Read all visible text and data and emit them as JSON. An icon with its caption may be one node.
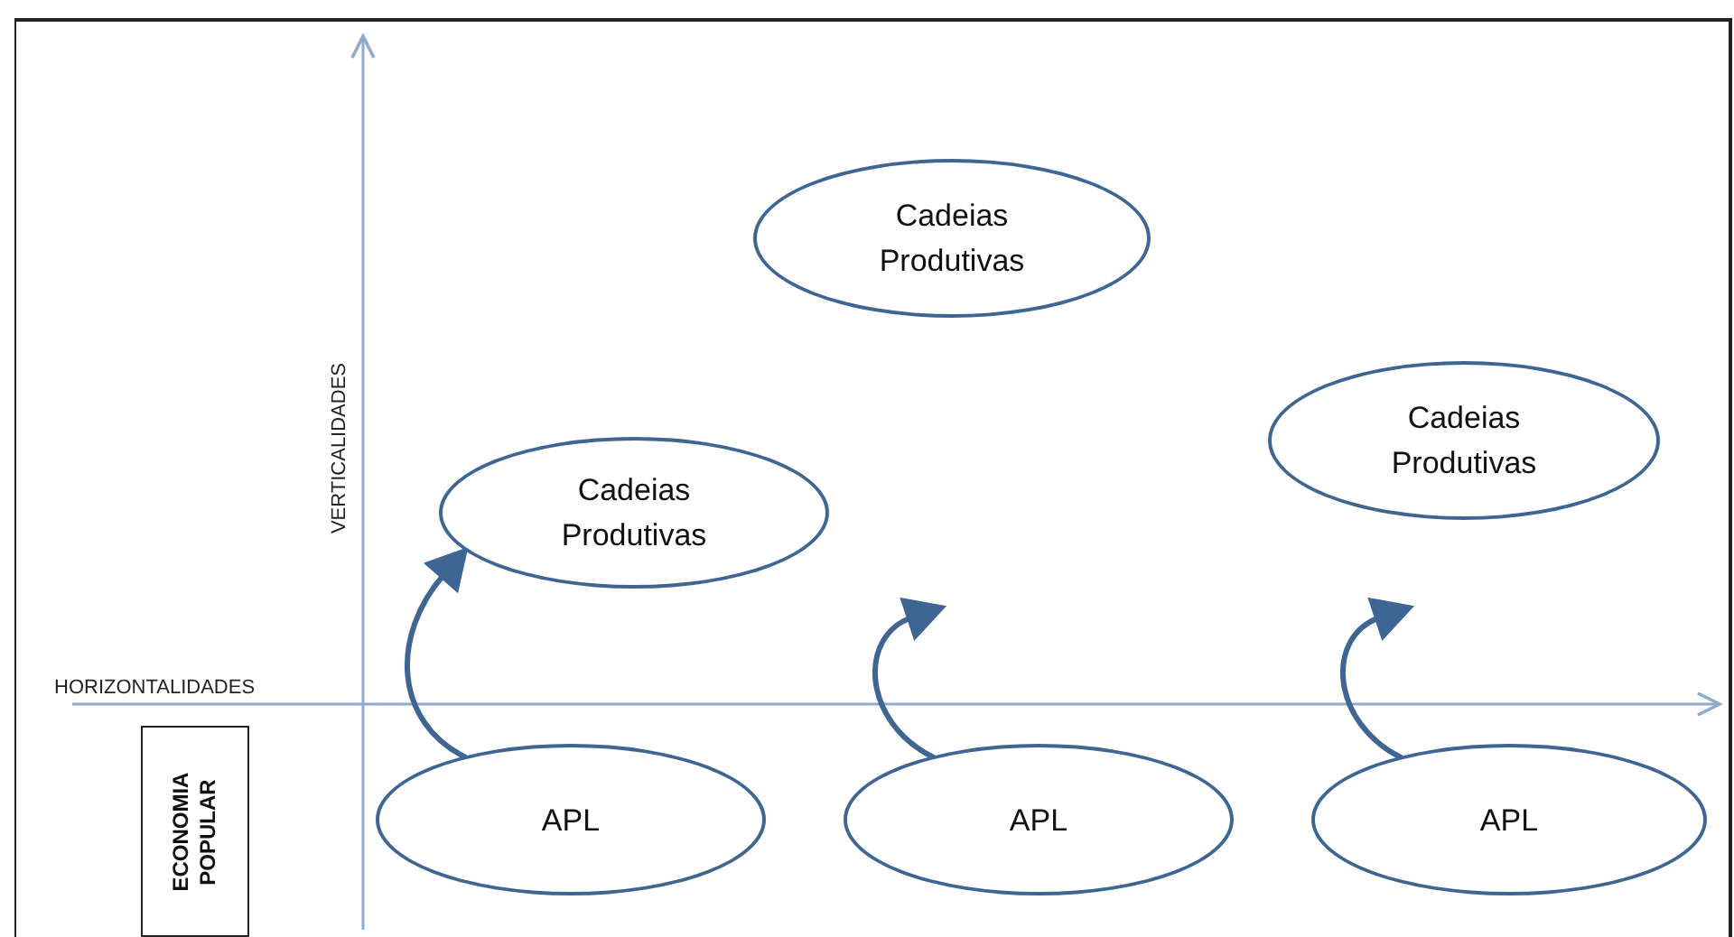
{
  "diagram": {
    "nodes": [
      {
        "text": [
          "Cadeias Produtivas"
        ]
      },
      {
        "text": [
          "Cadeias Produtivas"
        ]
      },
      {
        "text": [
          "Cadeias Produtivas"
        ]
      },
      {
        "text": [
          "ECONOMIA POPULAR"
        ]
      },
      {
        "text": [
          "APL"
        ]
      },
      {
        "text": [
          "APL"
        ]
      },
      {
        "text": [
          "APL"
        ]
      }
    ],
    "edges": [
      {
        "from": 4,
        "to": 1,
        "arrow": "to"
      },
      {
        "from": 5,
        "to": null,
        "arrow": "to"
      },
      {
        "from": 6,
        "to": null,
        "arrow": "to"
      }
    ],
    "labels": [
      "VERTICALIDADES",
      "HORIZONTALIDADES"
    ]
  }
}
